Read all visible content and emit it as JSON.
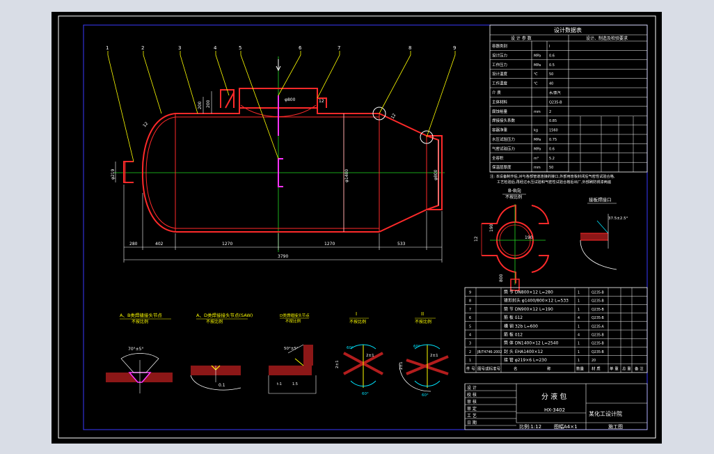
{
  "colors": {
    "background": "#000000",
    "frame": "#ffffff",
    "inner_frame": "#3a3aff",
    "vessel": "#ff2a2a",
    "centerline": "#22dd22",
    "leader": "#ffff00",
    "dimension": "#ffffff",
    "nozzle_detail": "#ff33ff",
    "weld_cyan": "#00e5ff"
  },
  "balloons": [
    "1",
    "2",
    "3",
    "4",
    "5",
    "6",
    "7",
    "8",
    "9"
  ],
  "main_view": {
    "dims_bottom": [
      "280",
      "402",
      "1270",
      "1270",
      "533"
    ],
    "dim_total": "3790",
    "dim_top_nozzle": "φ800",
    "dim_top_nozzle_t": "12",
    "dim_wall": "12",
    "dim_wall2": "12",
    "dim_height_1": "200",
    "dim_height_2": "200",
    "dim_diameter_main": "φ1400",
    "dim_outlet": "φ800",
    "dim_left_nozzle": "φ219"
  },
  "design_table": {
    "title": "设计数据表",
    "header_left": "设 计 参 数",
    "header_right": "设计、制造及检验要求",
    "rows": [
      {
        "name": "容器类别",
        "unit": "",
        "value": "I"
      },
      {
        "name": "设计压力",
        "unit": "MPa",
        "value": "0.6"
      },
      {
        "name": "工作压力",
        "unit": "MPa",
        "value": "0.5"
      },
      {
        "name": "设计温度",
        "unit": "℃",
        "value": "50"
      },
      {
        "name": "工作温度",
        "unit": "℃",
        "value": "40"
      },
      {
        "name": "介  质",
        "unit": "",
        "value": "水/蒸汽"
      },
      {
        "name": "主体材料",
        "unit": "",
        "value": "Q235-B"
      },
      {
        "name": "腐蚀裕量",
        "unit": "mm",
        "value": "2"
      },
      {
        "name": "焊接接头系数",
        "unit": "",
        "value": "0.85"
      },
      {
        "name": "容器净重",
        "unit": "kg",
        "value": "1560"
      },
      {
        "name": "水压试验压力",
        "unit": "MPa",
        "value": "0.75"
      },
      {
        "name": "气密试验压力",
        "unit": "MPa",
        "value": "0.6"
      },
      {
        "name": "全容积",
        "unit": "m³",
        "value": "5.2"
      },
      {
        "name": "保温层厚度",
        "unit": "mm",
        "value": "50"
      }
    ],
    "notes": [
      "注: 本设备制作后,对与各部管道连接的接口,外部用盲板封闭后气密性试验合格,",
      "工艺检验后,再经过水压试验和气密性试验合格后出厂,外部刷防锈漆两遍"
    ]
  },
  "side_view": {
    "title": "B-B向",
    "subtitle": "不按比例",
    "dims": [
      "190",
      "12",
      "190",
      "800"
    ]
  },
  "detail_top_right": {
    "title": "接板焊接口",
    "dim": "37.5±2.5°"
  },
  "details": [
    {
      "title": "A、B类焊缝接头节点",
      "subtitle": "不按比例",
      "angle": "70°±5°"
    },
    {
      "title": "A、D类焊接接头节点(SAW)",
      "subtitle": "不按比例",
      "dim": "0.1"
    },
    {
      "title": "D类焊缝接头节点",
      "subtitle": "不按比例",
      "angle": "50°±5°",
      "dims": [
        "t-1",
        "1.5"
      ]
    },
    {
      "title": "I",
      "subtitle": "不按比例",
      "angles": [
        "60°",
        "60°"
      ],
      "dims": [
        "2±1",
        "2±1"
      ]
    },
    {
      "title": "II",
      "subtitle": "不按比例",
      "angles": [
        "60°",
        "60°"
      ],
      "dims": [
        "2±1",
        "2±1"
      ]
    }
  ],
  "parts_list": {
    "header": [
      "件 号",
      "图号或标准号",
      "名",
      "称",
      "数量",
      "材  质",
      "单 重",
      "总 重",
      "备 注"
    ],
    "rows": [
      {
        "no": "9",
        "std": "",
        "name": "筒 节 DN800×12 L=280",
        "qty": "1",
        "mat": "Q235-B",
        "w": "",
        "tw": "",
        "note": ""
      },
      {
        "no": "8",
        "std": "",
        "name": "锥形封头 φ1400/800×12 L=533",
        "qty": "1",
        "mat": "Q235-B",
        "w": "",
        "tw": "",
        "note": ""
      },
      {
        "no": "7",
        "std": "",
        "name": "筒 节 DN900×12 L=190",
        "qty": "1",
        "mat": "Q235-B",
        "w": "",
        "tw": "",
        "note": ""
      },
      {
        "no": "6",
        "std": "",
        "name": "筋 板 δ12",
        "qty": "4",
        "mat": "Q235-B",
        "w": "",
        "tw": "",
        "note": ""
      },
      {
        "no": "5",
        "std": "",
        "name": "槽 钢 32b L=600",
        "qty": "1",
        "mat": "Q235-A",
        "w": "",
        "tw": "",
        "note": ""
      },
      {
        "no": "4",
        "std": "",
        "name": "筋 板 δ12",
        "qty": "4",
        "mat": "Q235-B",
        "w": "",
        "tw": "",
        "note": ""
      },
      {
        "no": "3",
        "std": "",
        "name": "筒 体 DN1400×12 L=2540",
        "qty": "1",
        "mat": "Q235-B",
        "w": "",
        "tw": "",
        "note": ""
      },
      {
        "no": "2",
        "std": "JB/T4746-2002",
        "name": "封 头 EHA1400×12",
        "qty": "1",
        "mat": "Q235-B",
        "w": "",
        "tw": "",
        "note": ""
      },
      {
        "no": "1",
        "std": "",
        "name": "接 管 φ219×6 L=230",
        "qty": "1",
        "mat": "20",
        "w": "",
        "tw": "",
        "note": ""
      }
    ]
  },
  "title_block": {
    "drawing_name": "分 液 包",
    "drawing_no": "HX-3402",
    "scale": "比例:1:12",
    "sheet": "图幅A4×1",
    "company": "某化工设计院",
    "stage": "施工图",
    "roles": [
      "设 计",
      "校 核",
      "审 核",
      "审 定",
      "工 艺",
      "日 期"
    ]
  }
}
